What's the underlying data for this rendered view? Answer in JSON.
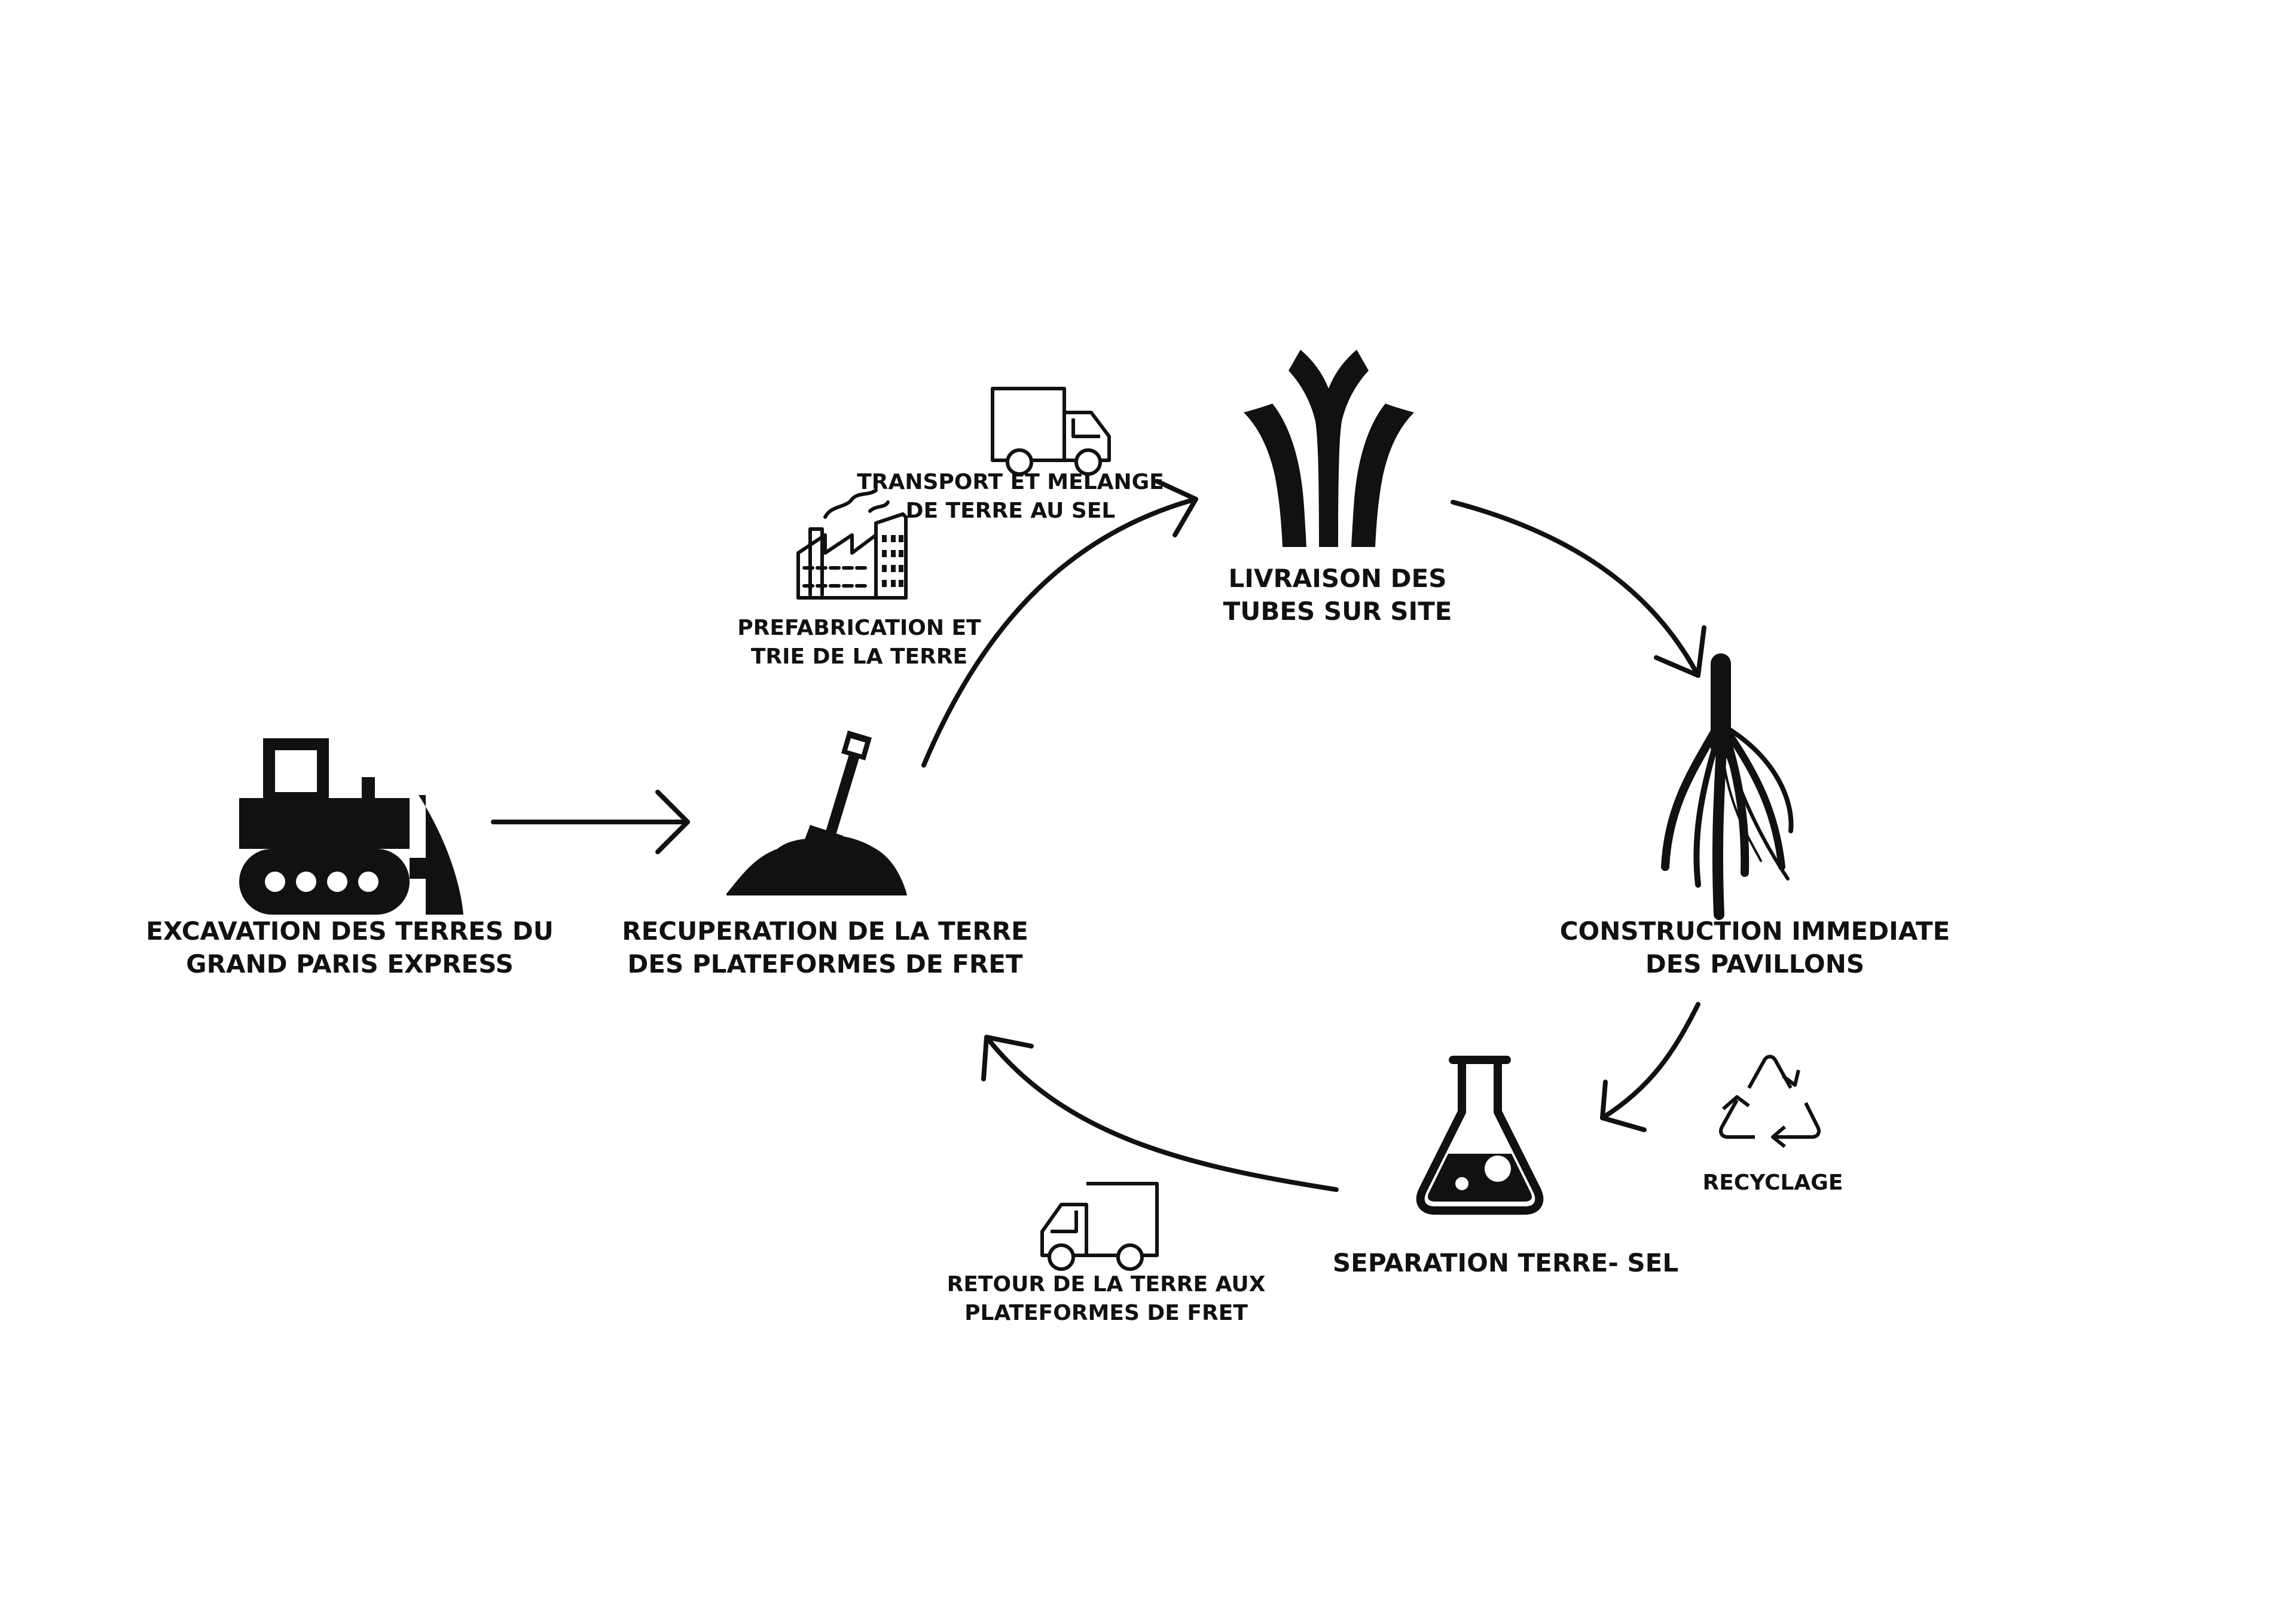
{
  "colors": {
    "ink": "#111111",
    "background": "#ffffff"
  },
  "steps": {
    "excavation": {
      "icon": "bulldozer-icon",
      "line1": "EXCAVATION DES TERRES DU",
      "line2": "GRAND PARIS EXPRESS"
    },
    "recuperation": {
      "icon": "soil-pile-shovel-icon",
      "line1": "RECUPERATION DE LA TERRE",
      "line2": "DES PLATEFORMES DE FRET"
    },
    "prefabrication": {
      "icon": "factory-icon",
      "line1": "PREFABRICATION ET",
      "line2": "TRIE DE LA TERRE"
    },
    "transport": {
      "icon": "truck-icon",
      "line1": "TRANSPORT ET MELANGE",
      "line2": "DE TERRE AU SEL"
    },
    "livraison": {
      "icon": "tubes-icon",
      "line1": "LIVRAISON DES",
      "line2": "TUBES SUR SITE"
    },
    "construction": {
      "icon": "pavilion-structure-icon",
      "line1": "CONSTRUCTION IMMEDIATE",
      "line2": "DES PAVILLONS"
    },
    "separation": {
      "icon": "flask-icon",
      "line1": "SEPARATION TERRE- SEL"
    },
    "recyclage": {
      "icon": "recycle-icon",
      "line1": "RECYCLAGE"
    },
    "retour": {
      "icon": "truck-icon",
      "line1": "RETOUR DE LA TERRE AUX",
      "line2": "PLATEFORMES DE FRET"
    }
  }
}
